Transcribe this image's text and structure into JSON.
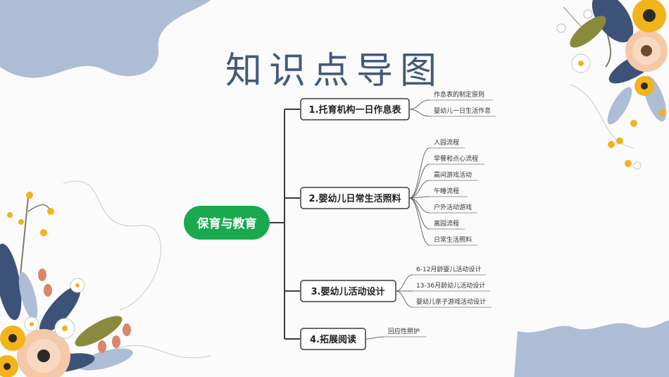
{
  "title": "知识点导图",
  "mindmap": {
    "root": "保育与教育",
    "branches": [
      {
        "label": "1.托育机构一日作息表",
        "children": [
          "作息表的制定原则",
          "婴幼儿一日生活作息"
        ]
      },
      {
        "label": "2.婴幼儿日常生活照料",
        "children": [
          "入园流程",
          "早餐和点心流程",
          "晨间游戏活动",
          "午睡流程",
          "户外活动游戏",
          "离园流程",
          "日常生活照料"
        ]
      },
      {
        "label": "3.婴幼儿活动设计",
        "children": [
          "6-12月龄婴儿活动设计",
          "13-36月龄幼儿活动设计",
          "婴幼儿亲子游戏活动设计"
        ]
      },
      {
        "label": "4.拓展阅读",
        "children": [
          "回应性照护"
        ]
      }
    ]
  },
  "colors": {
    "title": "#43597a",
    "root_fill": "#1aa94f",
    "line": "#3b3b3b",
    "deco_blue": "#aebdd6",
    "flower_yellow": "#f2b31b",
    "flower_peach": "#f4c9a8",
    "leaf_navy": "#3d5278",
    "leaf_olive": "#8a8a3c"
  }
}
